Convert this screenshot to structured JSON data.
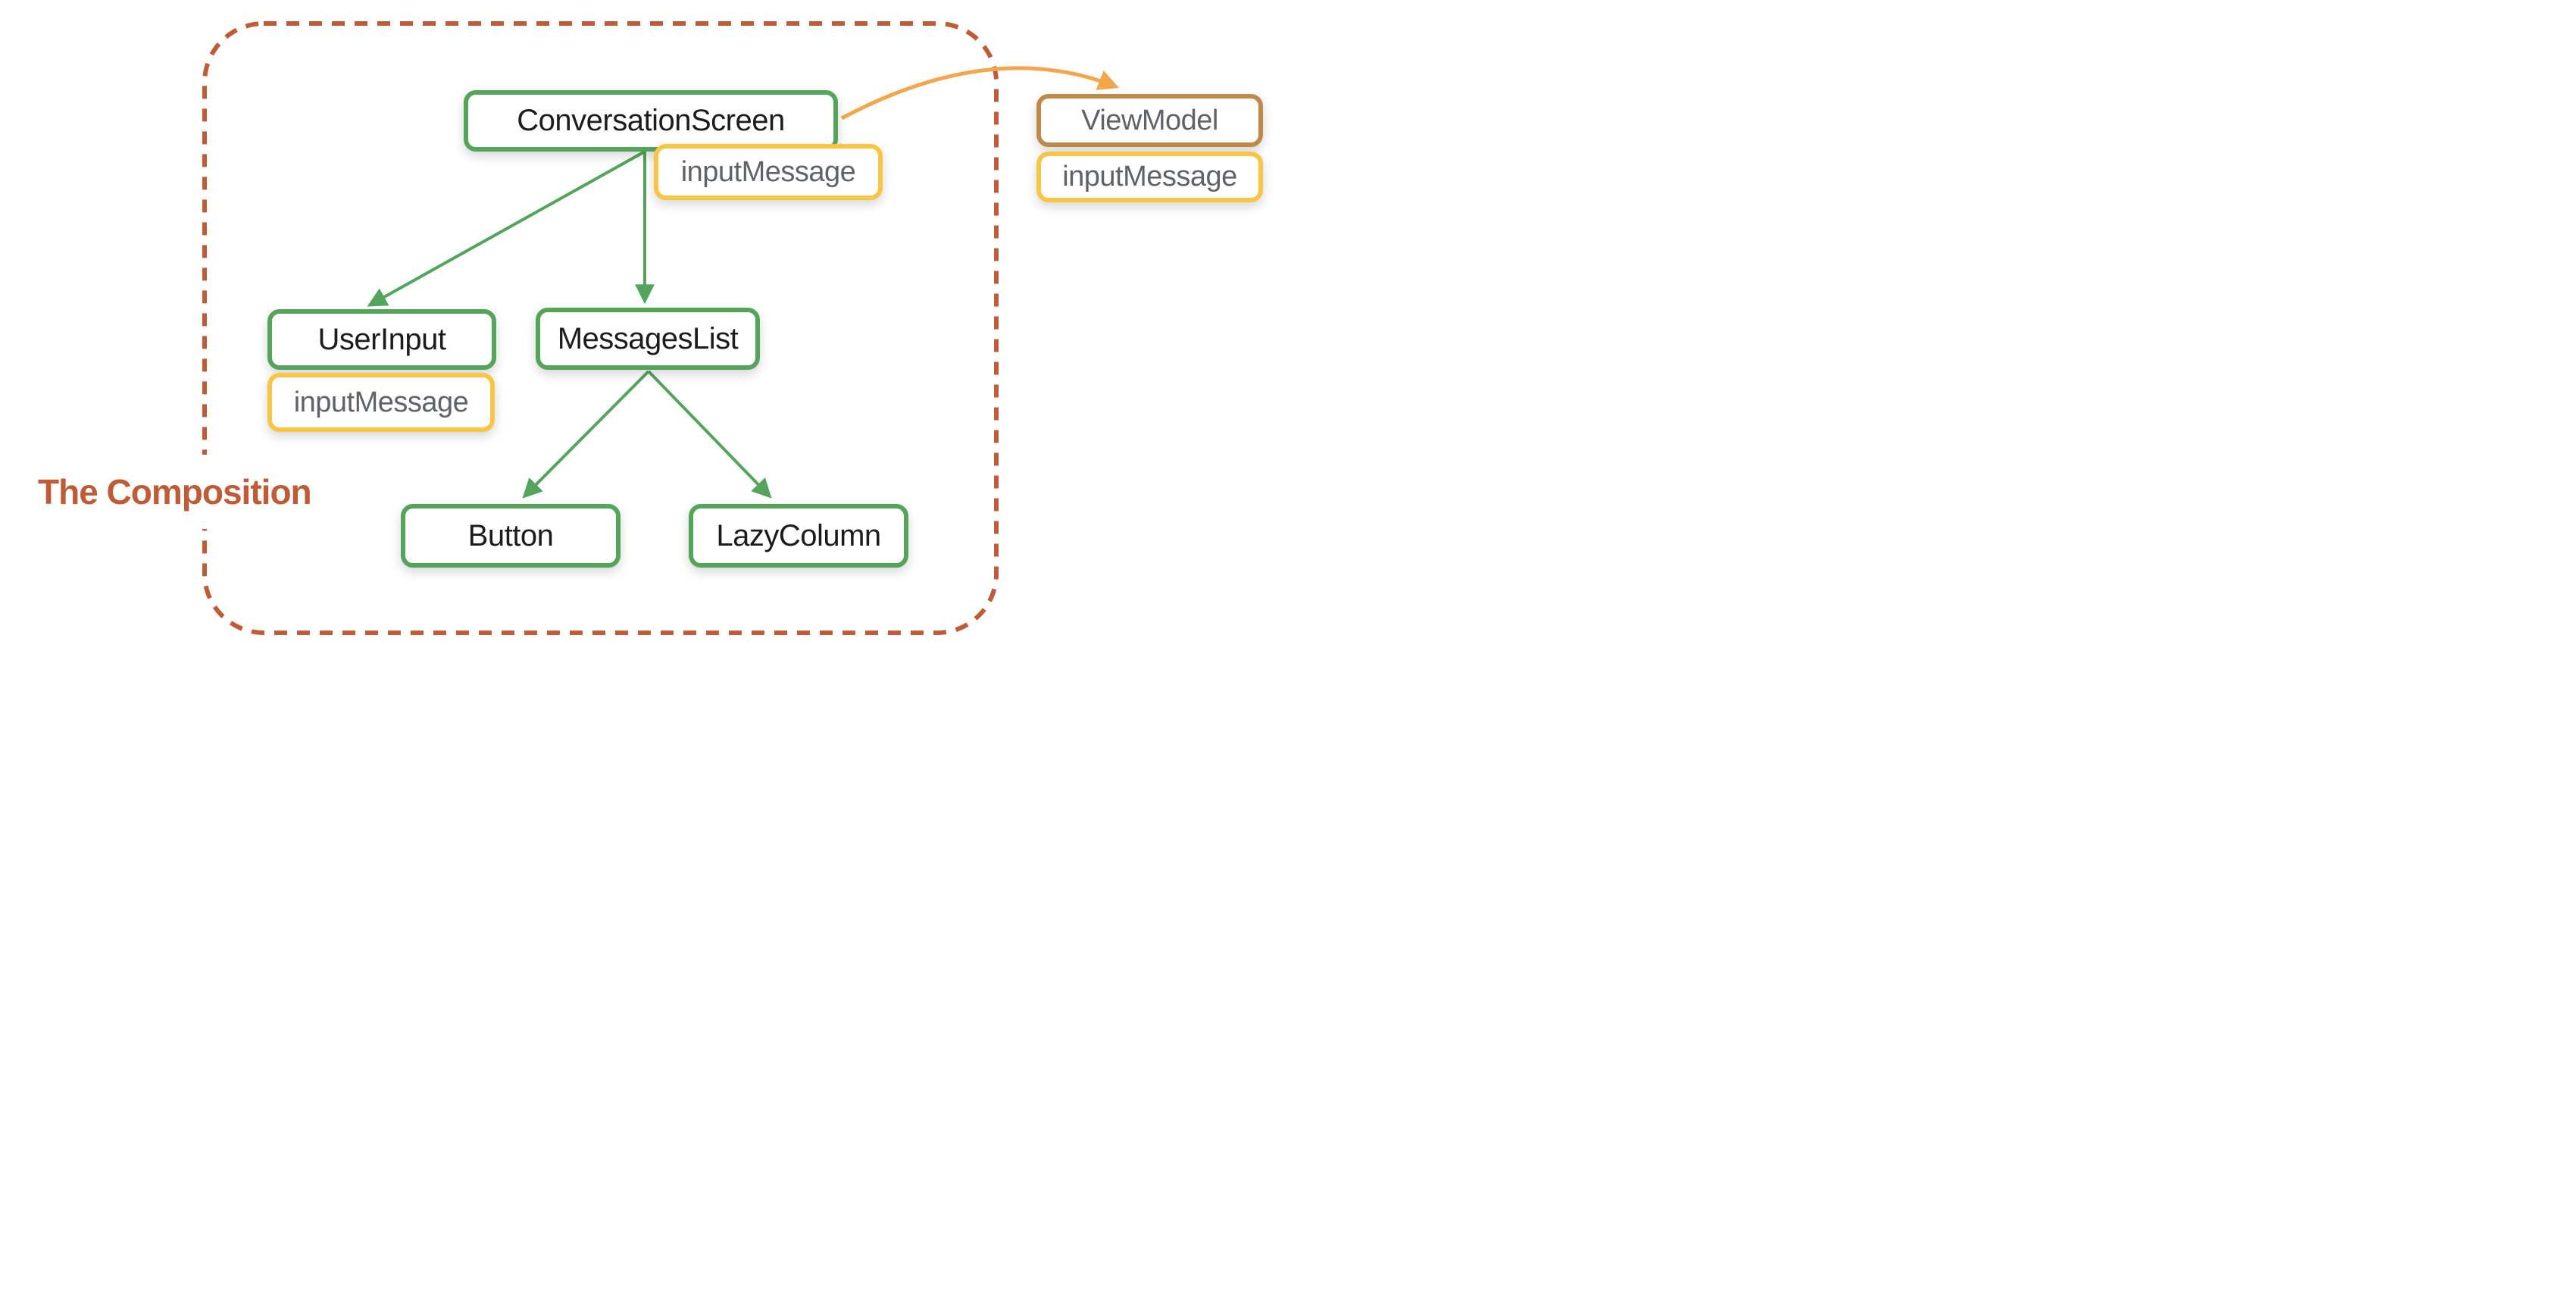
{
  "title": {
    "label": "The Composition"
  },
  "nodes": {
    "conversation_screen": {
      "label": "ConversationScreen",
      "type": "composable"
    },
    "conversation_screen_state": {
      "label": "inputMessage",
      "type": "state"
    },
    "user_input": {
      "label": "UserInput",
      "type": "composable"
    },
    "user_input_state": {
      "label": "inputMessage",
      "type": "state"
    },
    "messages_list": {
      "label": "MessagesList",
      "type": "composable"
    },
    "button": {
      "label": "Button",
      "type": "composable"
    },
    "lazy_column": {
      "label": "LazyColumn",
      "type": "composable"
    },
    "view_model": {
      "label": "ViewModel",
      "type": "viewmodel"
    },
    "view_model_state": {
      "label": "inputMessage",
      "type": "state"
    }
  },
  "edges": [
    {
      "from": "ConversationScreen",
      "to": "UserInput",
      "type": "composition"
    },
    {
      "from": "ConversationScreen",
      "to": "MessagesList",
      "type": "composition"
    },
    {
      "from": "MessagesList",
      "to": "Button",
      "type": "composition"
    },
    {
      "from": "MessagesList",
      "to": "LazyColumn",
      "type": "composition"
    },
    {
      "from": "ConversationScreen",
      "to": "ViewModel",
      "type": "reference"
    }
  ],
  "colors": {
    "composable_border": "#54A45C",
    "composition_edge": "#54A45C",
    "state_border": "#F8C545",
    "viewmodel_border": "#BE8A49",
    "reference_arrow": "#F3A64C",
    "composition_outline": "#BF5B37",
    "title_text": "#BF5B37",
    "node_text": "#1C1C1E",
    "state_text": "#5F6368"
  }
}
